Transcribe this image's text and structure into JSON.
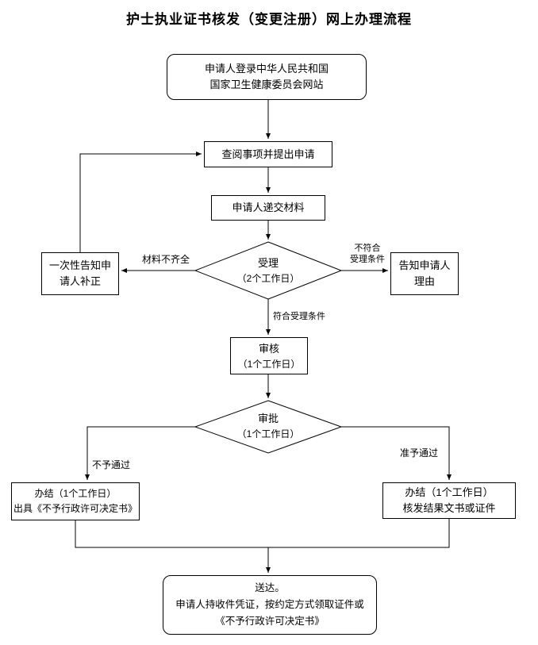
{
  "title": "护士执业证书核发（变更注册）网上办理流程",
  "colors": {
    "line": "#000000",
    "background": "#ffffff",
    "text": "#000000"
  },
  "nodes": {
    "start": {
      "line1": "申请人登录中华人民共和国",
      "line2": "国家卫生健康委员会网站"
    },
    "review_request": {
      "label": "查阅事项并提出申请"
    },
    "submit_materials": {
      "label": "申请人递交材料"
    },
    "accept": {
      "line1": "受理",
      "line2": "（2个工作日）"
    },
    "notify_correction": {
      "line1": "一次性告知申",
      "line2": "请人补正"
    },
    "notify_reason": {
      "line1": "告知申请人",
      "line2": "理由"
    },
    "audit": {
      "line1": "审核",
      "line2": "（1个工作日）"
    },
    "approval": {
      "line1": "审批",
      "line2": "（1个工作日）"
    },
    "reject_result": {
      "line1": "办结（1个工作日）",
      "line2": "出具《不予行政许可决定书》"
    },
    "approve_result": {
      "line1": "办结（1个工作日）",
      "line2": "核发结果文书或证件"
    },
    "delivery": {
      "line1": "送达。",
      "line2": "申请人持收件凭证，按约定方式领取证件或",
      "line3": "《不予行政许可决定书》"
    }
  },
  "edges": {
    "materials_incomplete": "材料不齐全",
    "not_meet_line1": "不符合",
    "not_meet_line2": "受理条件",
    "meet_conditions": "符合受理条件",
    "not_approved": "不予通过",
    "approved": "准予通过"
  }
}
